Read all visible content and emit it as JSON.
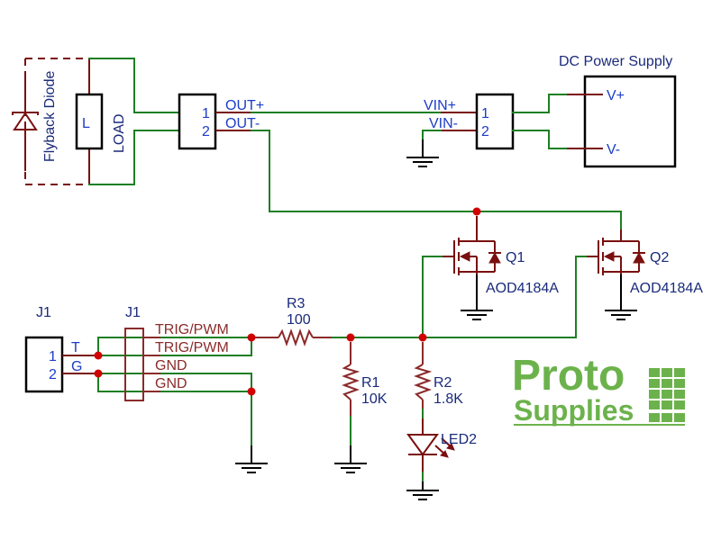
{
  "load": {
    "flyback_label": "Flyback Diode",
    "inductor_label": "L",
    "load_label": "LOAD"
  },
  "out_connector": {
    "pin1": "1",
    "pin2": "2",
    "net1": "OUT+",
    "net2": "OUT-"
  },
  "vin_connector": {
    "pin1": "1",
    "pin2": "2",
    "net1": "VIN+",
    "net2": "VIN-"
  },
  "power_supply": {
    "title": "DC Power Supply",
    "pos": "V+",
    "neg": "V-"
  },
  "q1": {
    "ref": "Q1",
    "part": "AOD4184A"
  },
  "q2": {
    "ref": "Q2",
    "part": "AOD4184A"
  },
  "j1_left": {
    "ref": "J1",
    "pin1": "1",
    "pin2": "2",
    "sig1": "T",
    "sig2": "G"
  },
  "j1_right": {
    "ref": "J1",
    "nets": [
      "TRIG/PWM",
      "TRIG/PWM",
      "GND",
      "GND"
    ]
  },
  "r3": {
    "ref": "R3",
    "value": "100"
  },
  "r1": {
    "ref": "R1",
    "value": "10K"
  },
  "r2": {
    "ref": "R2",
    "value": "1.8K"
  },
  "led2": {
    "ref": "LED2"
  },
  "logo": {
    "line1": "Proto",
    "line2": "Supplies"
  },
  "colors": {
    "wire": "#1e7f24",
    "component": "#7a1010",
    "junction": "#d00000",
    "label": "#1a2a7a",
    "pin_label": "#1c3cc8",
    "logo": "#6cb24c"
  }
}
